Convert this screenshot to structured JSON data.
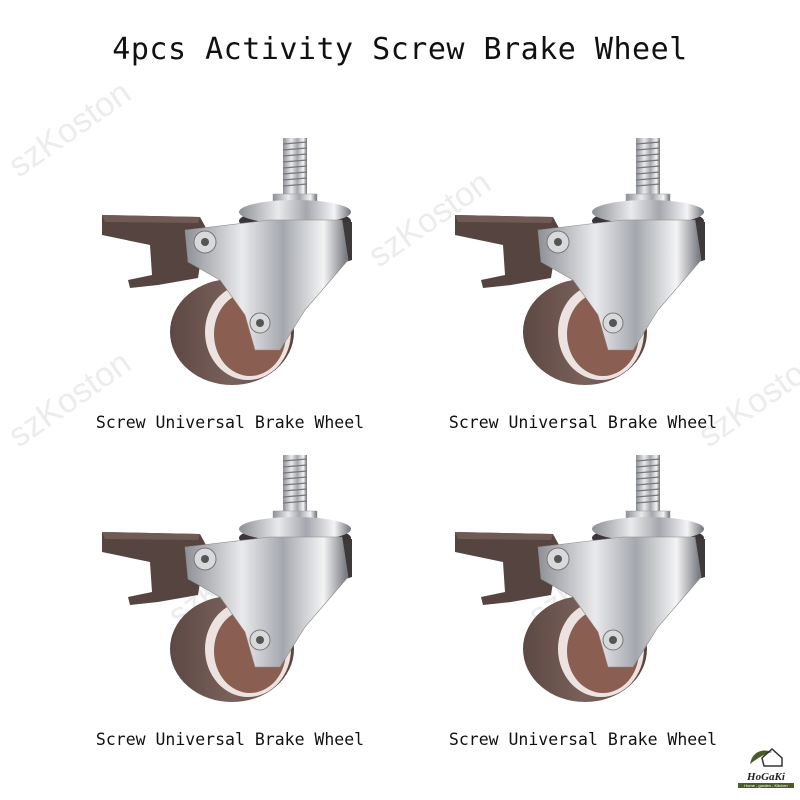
{
  "title": "4pcs Activity Screw Brake Wheel",
  "products": [
    {
      "label": "Screw Universal Brake Wheel"
    },
    {
      "label": "Screw Universal Brake Wheel"
    },
    {
      "label": "Screw Universal Brake Wheel"
    },
    {
      "label": "Screw Universal Brake Wheel"
    }
  ],
  "watermark": "szKoston",
  "logo": {
    "name": "HoGaKi",
    "tagline": "Home - garden - Kitchen"
  },
  "colors": {
    "wheel": "#6e5550",
    "brake": "#564441",
    "logo_green": "#4b5a2a"
  }
}
